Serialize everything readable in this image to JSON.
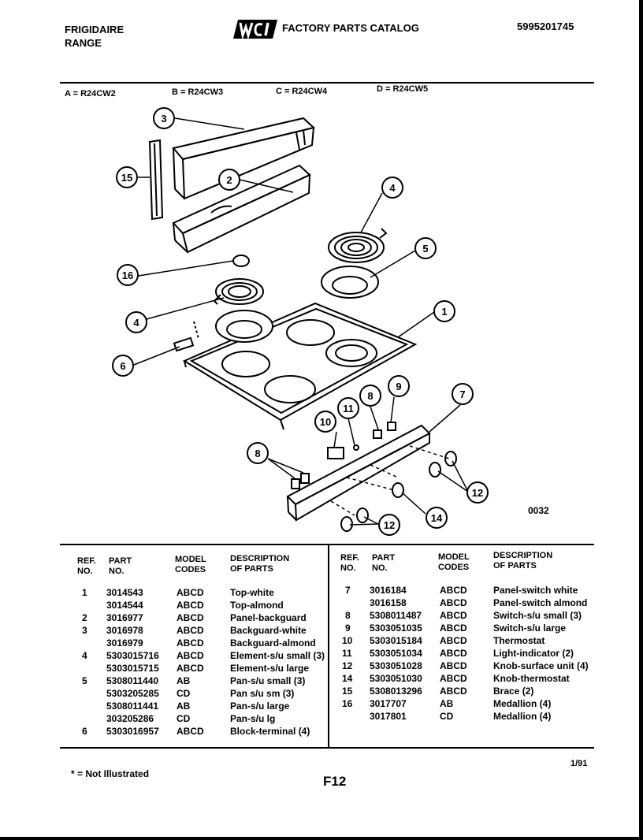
{
  "header": {
    "brand": "FRIGIDAIRE",
    "product": "RANGE",
    "logo_text": "WCI",
    "catalog_title": "FACTORY PARTS CATALOG",
    "catalog_number": "5995201745"
  },
  "models": [
    "A = R24CW2",
    "B = R24CW3",
    "C = R24CW4",
    "D = R24CW5"
  ],
  "diagram": {
    "code": "0032",
    "callouts": [
      "3",
      "15",
      "2",
      "4",
      "5",
      "16",
      "1",
      "4",
      "6",
      "8",
      "9",
      "11",
      "10",
      "7",
      "8",
      "12",
      "14",
      "12"
    ]
  },
  "table": {
    "headers": {
      "ref": [
        "REF.",
        "NO."
      ],
      "part": [
        "PART",
        "NO."
      ],
      "model": [
        "MODEL",
        "CODES"
      ],
      "desc": [
        "DESCRIPTION",
        "OF PARTS"
      ]
    },
    "left_rows": [
      {
        "ref": "1",
        "part": "3014543",
        "codes": "ABCD",
        "desc": "Top-white"
      },
      {
        "ref": "",
        "part": "3014544",
        "codes": "ABCD",
        "desc": "Top-almond"
      },
      {
        "ref": "2",
        "part": "3016977",
        "codes": "ABCD",
        "desc": "Panel-backguard"
      },
      {
        "ref": "3",
        "part": "3016978",
        "codes": "ABCD",
        "desc": "Backguard-white"
      },
      {
        "ref": "",
        "part": "3016979",
        "codes": "ABCD",
        "desc": "Backguard-almond"
      },
      {
        "ref": "4",
        "part": "5303015716",
        "codes": "ABCD",
        "desc": "Element-s/u small (3)"
      },
      {
        "ref": "",
        "part": "5303015715",
        "codes": "ABCD",
        "desc": "Element-s/u large"
      },
      {
        "ref": "5",
        "part": "5308011440",
        "codes": "AB",
        "desc": "Pan-s/u small (3)"
      },
      {
        "ref": "",
        "part": "5303205285",
        "codes": "CD",
        "desc": "Pan s/u sm (3)"
      },
      {
        "ref": "",
        "part": "5308011441",
        "codes": "AB",
        "desc": "Pan-s/u large"
      },
      {
        "ref": "",
        "part": "303205286",
        "codes": "CD",
        "desc": "Pan-s/u lg"
      },
      {
        "ref": "6",
        "part": "5303016957",
        "codes": "ABCD",
        "desc": "Block-terminal (4)"
      }
    ],
    "right_rows": [
      {
        "ref": "7",
        "part": "3016184",
        "codes": "ABCD",
        "desc": "Panel-switch white"
      },
      {
        "ref": "",
        "part": "3016158",
        "codes": "ABCD",
        "desc": "Panel-switch almond"
      },
      {
        "ref": "8",
        "part": "5308011487",
        "codes": "ABCD",
        "desc": "Switch-s/u small (3)"
      },
      {
        "ref": "9",
        "part": "5303051035",
        "codes": "ABCD",
        "desc": "Switch-s/u large"
      },
      {
        "ref": "10",
        "part": "5303015184",
        "codes": "ABCD",
        "desc": "Thermostat"
      },
      {
        "ref": "11",
        "part": "5303051034",
        "codes": "ABCD",
        "desc": "Light-indicator (2)"
      },
      {
        "ref": "12",
        "part": "5303051028",
        "codes": "ABCD",
        "desc": "Knob-surface unit (4)"
      },
      {
        "ref": "14",
        "part": "5303051030",
        "codes": "ABCD",
        "desc": "Knob-thermostat"
      },
      {
        "ref": "15",
        "part": "5308013296",
        "codes": "ABCD",
        "desc": "Brace (2)"
      },
      {
        "ref": "16",
        "part": "3017707",
        "codes": "AB",
        "desc": "Medallion (4)"
      },
      {
        "ref": "",
        "part": "3017801",
        "codes": "CD",
        "desc": "Medallion (4)"
      }
    ]
  },
  "footer": {
    "note": "* = Not Illustrated",
    "page": "F12",
    "date": "1/91"
  }
}
